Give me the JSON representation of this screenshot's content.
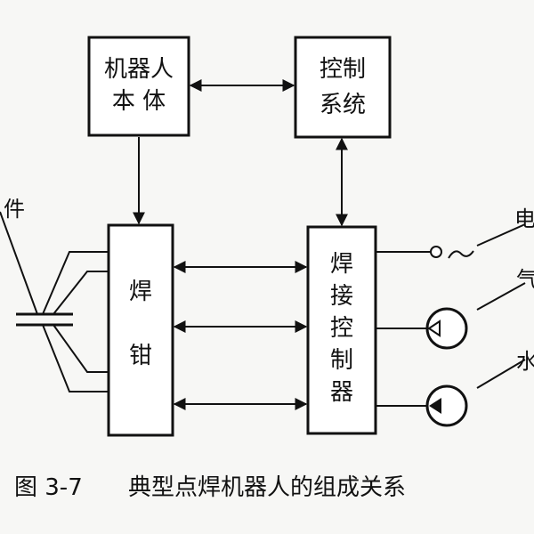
{
  "diagram": {
    "boxes": {
      "robot_body": [
        "机器人",
        "本 体"
      ],
      "control_system": [
        "控制",
        "系统"
      ],
      "welding_gun": [
        "焊",
        "钳"
      ],
      "welding_controller": [
        "焊",
        "接",
        "控",
        "制",
        "器"
      ]
    },
    "labels": {
      "workpiece": "件",
      "right_top": "电",
      "right_mid": "气",
      "right_bot": "水"
    },
    "caption": {
      "number": "图 3-7",
      "title": "典型点焊机器人的组成关系"
    },
    "colors": {
      "ink": "#111111",
      "paper": "#f7f7f5",
      "box_fill": "#ffffff"
    }
  }
}
